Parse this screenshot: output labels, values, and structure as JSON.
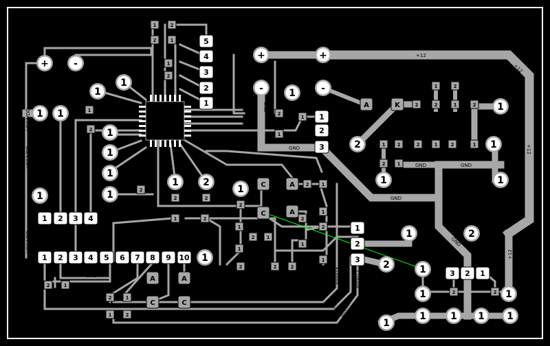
{
  "board": {
    "background": "#000000",
    "frame_color": "#ffffff",
    "trace_color": "#a7a7a7",
    "pad_color": "#ffffff",
    "pad_text_color": "#000000",
    "ratsnest_color": "#00ff00"
  },
  "net_labels": {
    "vcc_vdd": "VCC/VDD",
    "gnd": "GND",
    "plus12": "+12",
    "net5": "800005",
    "net15": "800015",
    "net17": "800017"
  },
  "pads": {
    "plus": "+",
    "minus": "-",
    "one": "1",
    "two": "2",
    "three": "3",
    "four": "4",
    "five": "5",
    "six": "6",
    "seven": "7",
    "eight": "8",
    "nine": "9",
    "ten": "10",
    "a": "A",
    "k": "K",
    "c": "C"
  }
}
